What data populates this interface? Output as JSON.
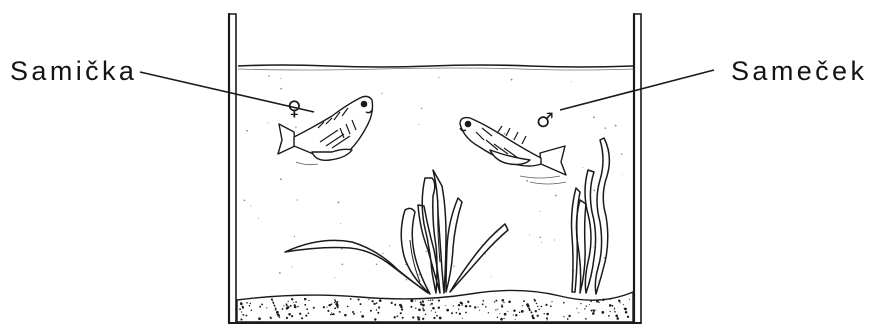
{
  "labels": {
    "female": "Samička",
    "male": "Sameček"
  },
  "symbols": {
    "female": "♀",
    "male": "♂"
  },
  "colors": {
    "ink": "#141414",
    "background": "#ffffff"
  },
  "icons": [
    "aquarium-tank",
    "female-fish",
    "male-fish",
    "water-plants",
    "sand-bottom"
  ]
}
